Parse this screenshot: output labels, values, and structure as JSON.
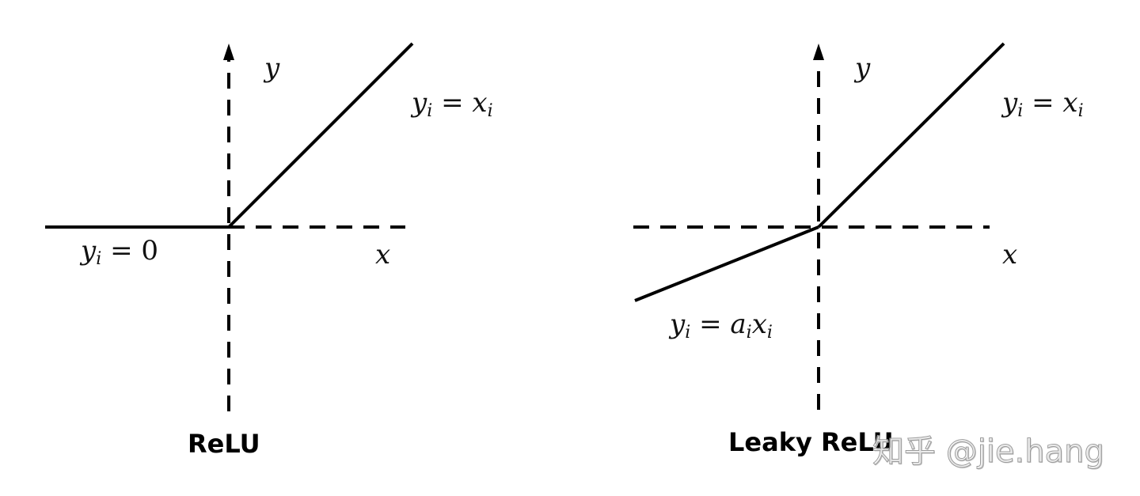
{
  "panels": [
    {
      "title": "ReLU",
      "axis_labels": {
        "x": "x",
        "y": "y"
      },
      "equations": {
        "positive": {
          "lhs": "y",
          "lhs_sub": "i",
          "eq": "=",
          "rhs": "x",
          "rhs_sub": "i"
        },
        "negative": {
          "lhs": "y",
          "lhs_sub": "i",
          "eq": "=",
          "rhs": "0"
        }
      }
    },
    {
      "title": "Leaky ReLU",
      "axis_labels": {
        "x": "x",
        "y": "y"
      },
      "equations": {
        "positive": {
          "lhs": "y",
          "lhs_sub": "i",
          "eq": "=",
          "rhs": "x",
          "rhs_sub": "i"
        },
        "negative": {
          "lhs": "y",
          "lhs_sub": "i",
          "eq": "=",
          "rhs_a": "a",
          "rhs_a_sub": "i",
          "rhs": "x",
          "rhs_sub": "i"
        }
      }
    }
  ],
  "watermark": "知乎 @jie.hang",
  "colors": {
    "line": "#000000",
    "background": "#ffffff",
    "watermark": "#9a9a9a"
  }
}
